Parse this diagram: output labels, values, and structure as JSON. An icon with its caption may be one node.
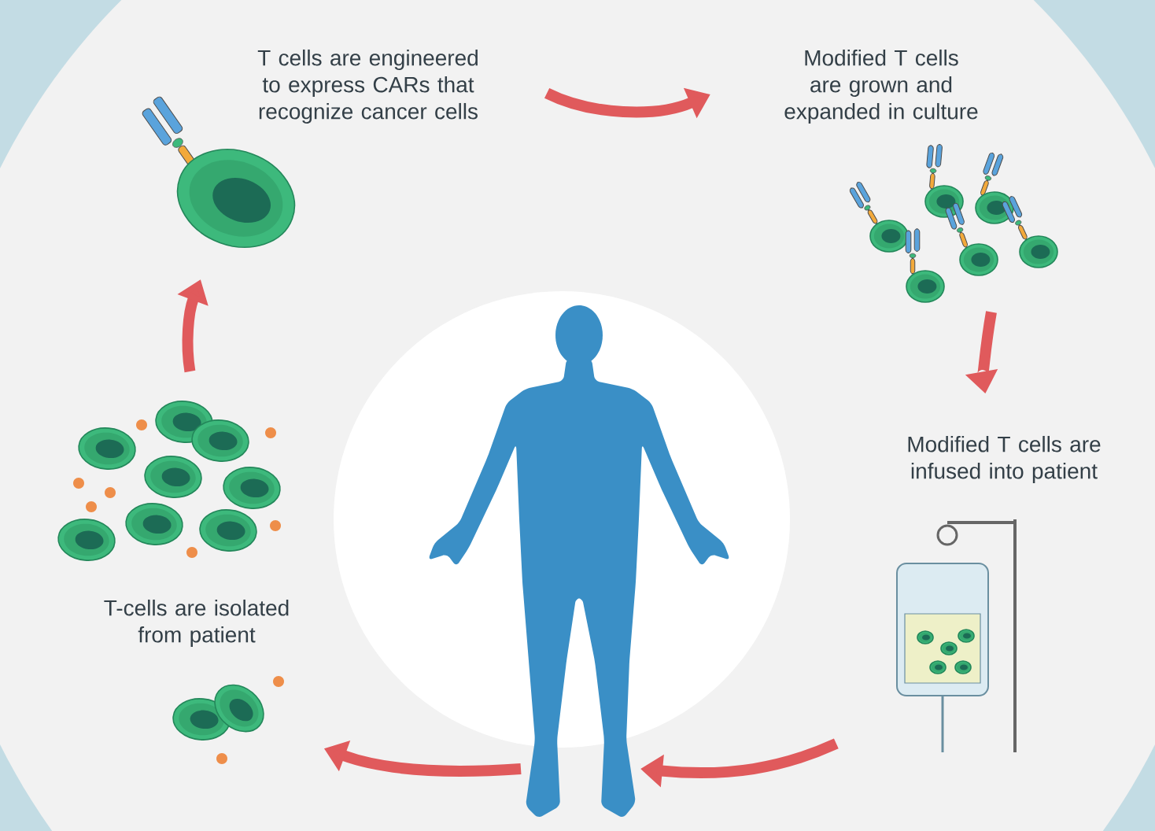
{
  "diagram": {
    "nodes": [
      {
        "text": [
          "T cells are engineered to express CARs that recognize cancer cells"
        ]
      },
      {
        "text": [
          "Modified T cells are grown and expanded in culture"
        ]
      },
      {
        "text": [],
        "shape": "person"
      },
      {
        "text": [
          "T-cells are isolated from patient"
        ]
      },
      {
        "text": [
          "Modified T cells are infused into patient"
        ]
      },
      {
        "text": [],
        "shape": "picture"
      }
    ],
    "edges": [
      {
        "from": 3,
        "to": 0,
        "arrow": "to"
      },
      {
        "from": 0,
        "to": 1,
        "arrow": "to"
      },
      {
        "from": 1,
        "to": 4,
        "arrow": "to"
      },
      {
        "from": 4,
        "to": 2,
        "arrow": "to"
      },
      {
        "from": 2,
        "to": 5,
        "arrow": "to"
      }
    ]
  }
}
